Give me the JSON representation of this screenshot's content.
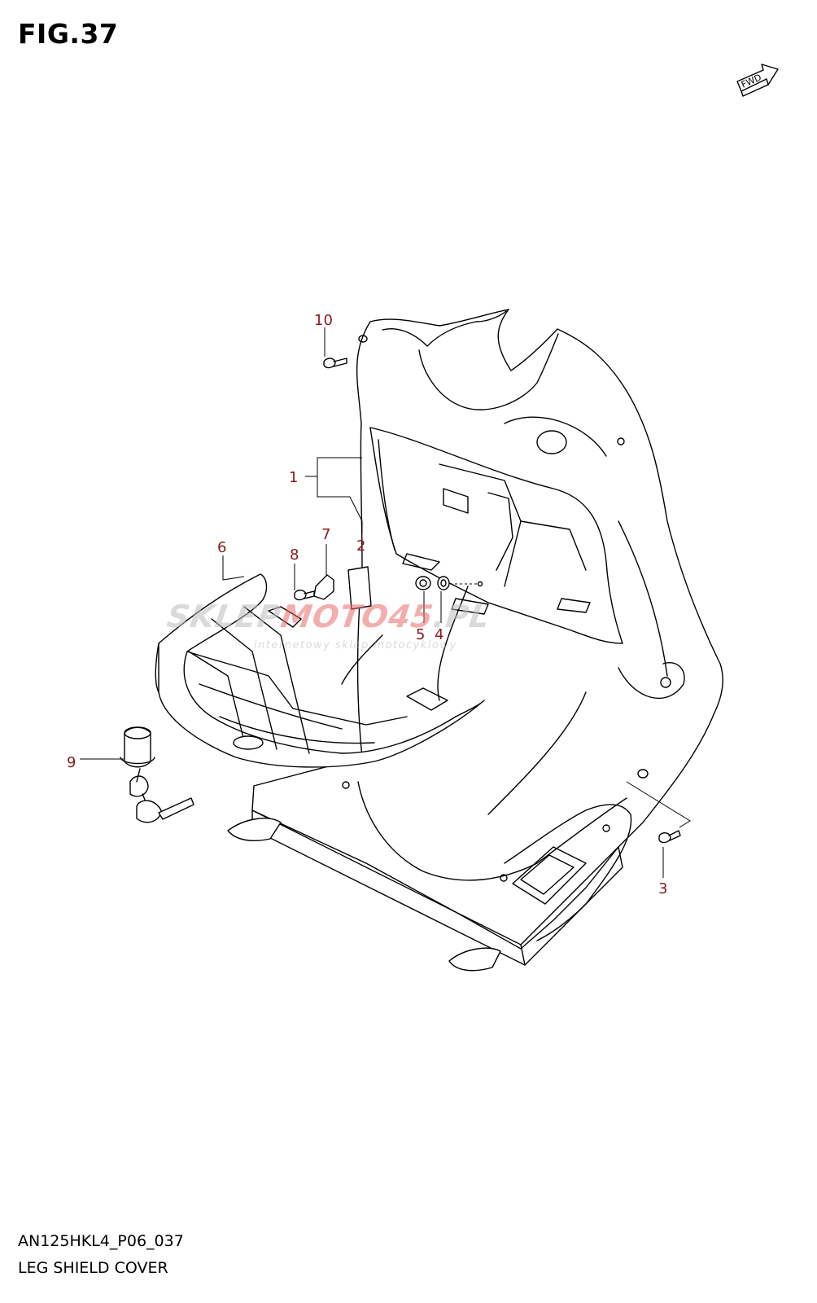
{
  "figure": {
    "title": "FIG.37",
    "model_code": "AN125HKL4_P06_037",
    "part_name": "LEG SHIELD COVER"
  },
  "fwd_label": "FWD",
  "callouts": [
    {
      "id": "1",
      "label": "1"
    },
    {
      "id": "2",
      "label": "2"
    },
    {
      "id": "3",
      "label": "3"
    },
    {
      "id": "4",
      "label": "4"
    },
    {
      "id": "5",
      "label": "5"
    },
    {
      "id": "6",
      "label": "6"
    },
    {
      "id": "7",
      "label": "7"
    },
    {
      "id": "8",
      "label": "8"
    },
    {
      "id": "9",
      "label": "9"
    },
    {
      "id": "10",
      "label": "10"
    }
  ],
  "watermark": {
    "brand_grey": "SKLEP",
    "brand_red": "MOTO",
    "brand_num": "45",
    "brand_tld": ".PL",
    "tagline": "internetowy sklep motocyklowy"
  },
  "colors": {
    "callout": "#8b1a1a",
    "line": "#000000",
    "watermark_grey": "#bdbdbd",
    "watermark_red": "#e86b6b"
  }
}
